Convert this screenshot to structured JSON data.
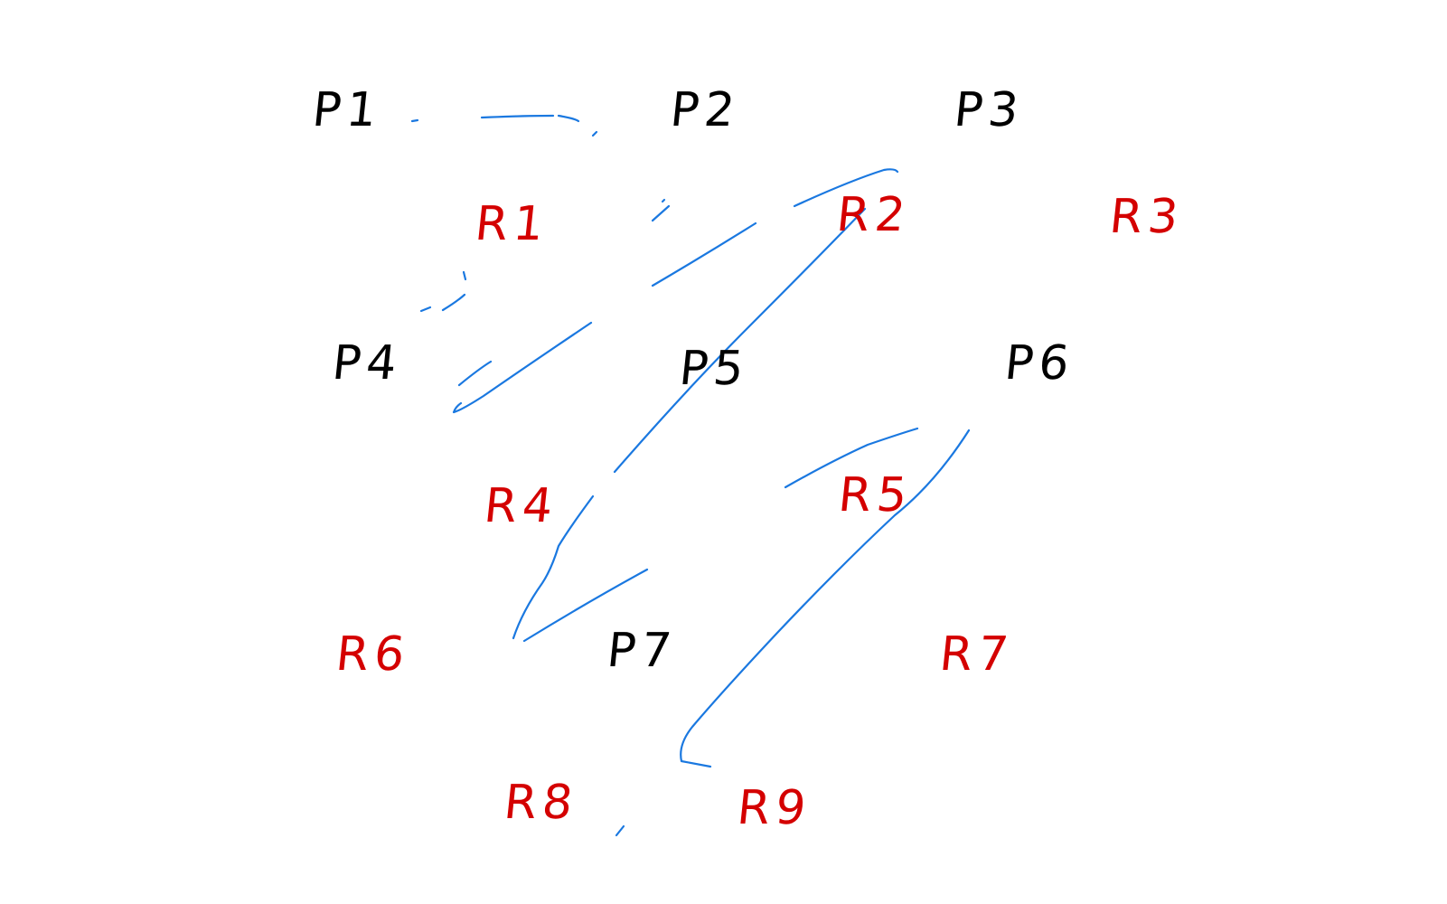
{
  "colors": {
    "node": "#000000",
    "region": "#d40000",
    "stroke": "#1a78e0",
    "background": "#ffffff"
  },
  "nodes": [
    {
      "id": "p1",
      "label": "P1"
    },
    {
      "id": "p2",
      "label": "P2"
    },
    {
      "id": "p3",
      "label": "P3"
    },
    {
      "id": "p4",
      "label": "P4"
    },
    {
      "id": "p5",
      "label": "P5"
    },
    {
      "id": "p6",
      "label": "P6"
    },
    {
      "id": "p7",
      "label": "P7"
    }
  ],
  "regions": [
    {
      "id": "r1",
      "label": "R1"
    },
    {
      "id": "r2",
      "label": "R2"
    },
    {
      "id": "r3",
      "label": "R3"
    },
    {
      "id": "r4",
      "label": "R4"
    },
    {
      "id": "r5",
      "label": "R5"
    },
    {
      "id": "r6",
      "label": "R6"
    },
    {
      "id": "r7",
      "label": "R7"
    },
    {
      "id": "r8",
      "label": "R8"
    },
    {
      "id": "r9",
      "label": "R9"
    }
  ]
}
